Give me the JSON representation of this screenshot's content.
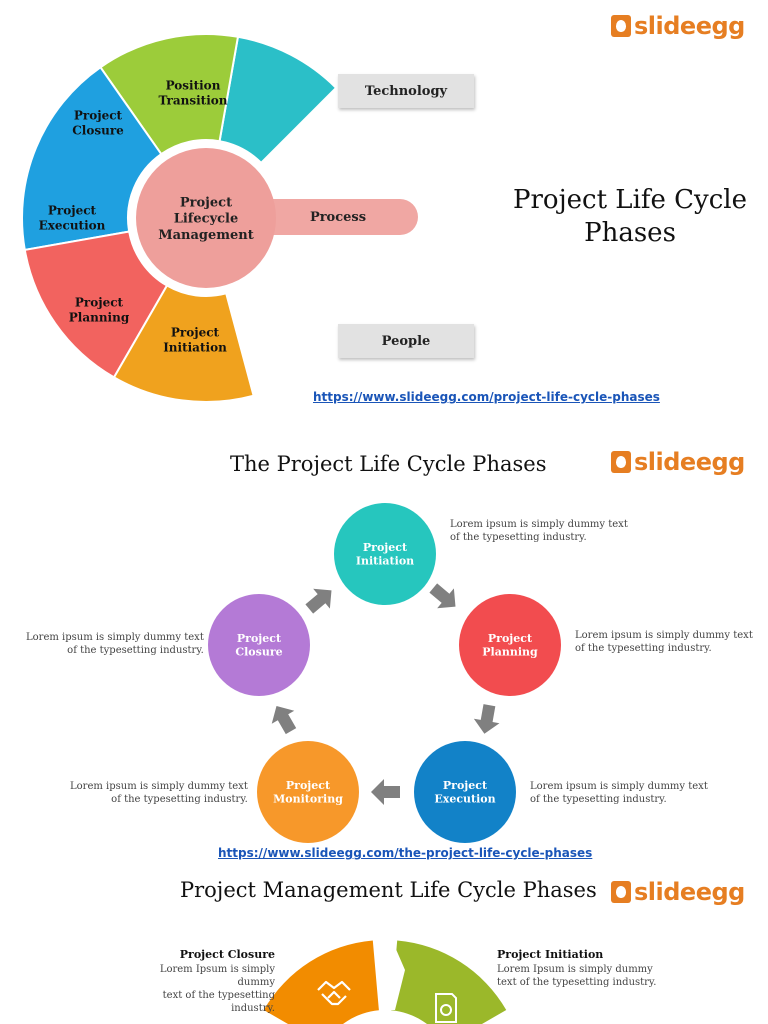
{
  "brand": {
    "part1": "slide",
    "part2": "egg",
    "color": "#e67e22"
  },
  "slide1": {
    "title_line1": "Project Life Cycle",
    "title_line2": "Phases",
    "center": [
      "Project",
      "Lifecycle",
      "Management"
    ],
    "segments": [
      {
        "lines": [
          "Position",
          "Transition"
        ],
        "color": "#2bbfc8"
      },
      {
        "lines": [
          "Project",
          "Closure"
        ],
        "color": "#9ccc3a"
      },
      {
        "lines": [
          "Project",
          "Execution"
        ],
        "color": "#1fa0e0"
      },
      {
        "lines": [
          "Project",
          "Planning"
        ],
        "color": "#f2635f"
      },
      {
        "lines": [
          "Project",
          "Initiation"
        ],
        "color": "#f0a21e"
      }
    ],
    "pills": {
      "technology": "Technology",
      "process": "Process",
      "people": "People"
    },
    "url": "https://www.slideegg.com/project-life-cycle-phases"
  },
  "slide2": {
    "title": "The Project Life Cycle Phases",
    "phases": [
      {
        "lines": [
          "Project",
          "Initiation"
        ],
        "color": "#26c6be"
      },
      {
        "lines": [
          "Project",
          "Planning"
        ],
        "color": "#f24c4f"
      },
      {
        "lines": [
          "Project",
          "Execution"
        ],
        "color": "#1282c8"
      },
      {
        "lines": [
          "Project",
          "Monitoring"
        ],
        "color": "#f7982a"
      },
      {
        "lines": [
          "Project",
          "Closure"
        ],
        "color": "#b47ad6"
      }
    ],
    "desc_line1": "Lorem ipsum is simply dummy text",
    "desc_line2": "of the typesetting industry.",
    "url": "https://www.slideegg.com/the-project-life-cycle-phases"
  },
  "slide3": {
    "title": "Project Management Life Cycle Phases",
    "closure": {
      "heading": "Project Closure",
      "line1": "Lorem Ipsum is simply dummy",
      "line2": "text of the typesetting industry."
    },
    "initiation": {
      "heading": "Project Initiation",
      "line1": "Lorem Ipsum is simply dummy",
      "line2": "text of the typesetting industry."
    },
    "colors": {
      "orange": "#f28c00",
      "green": "#9bb82a"
    },
    "icons": [
      "handshake-icon",
      "document-search-icon"
    ]
  }
}
